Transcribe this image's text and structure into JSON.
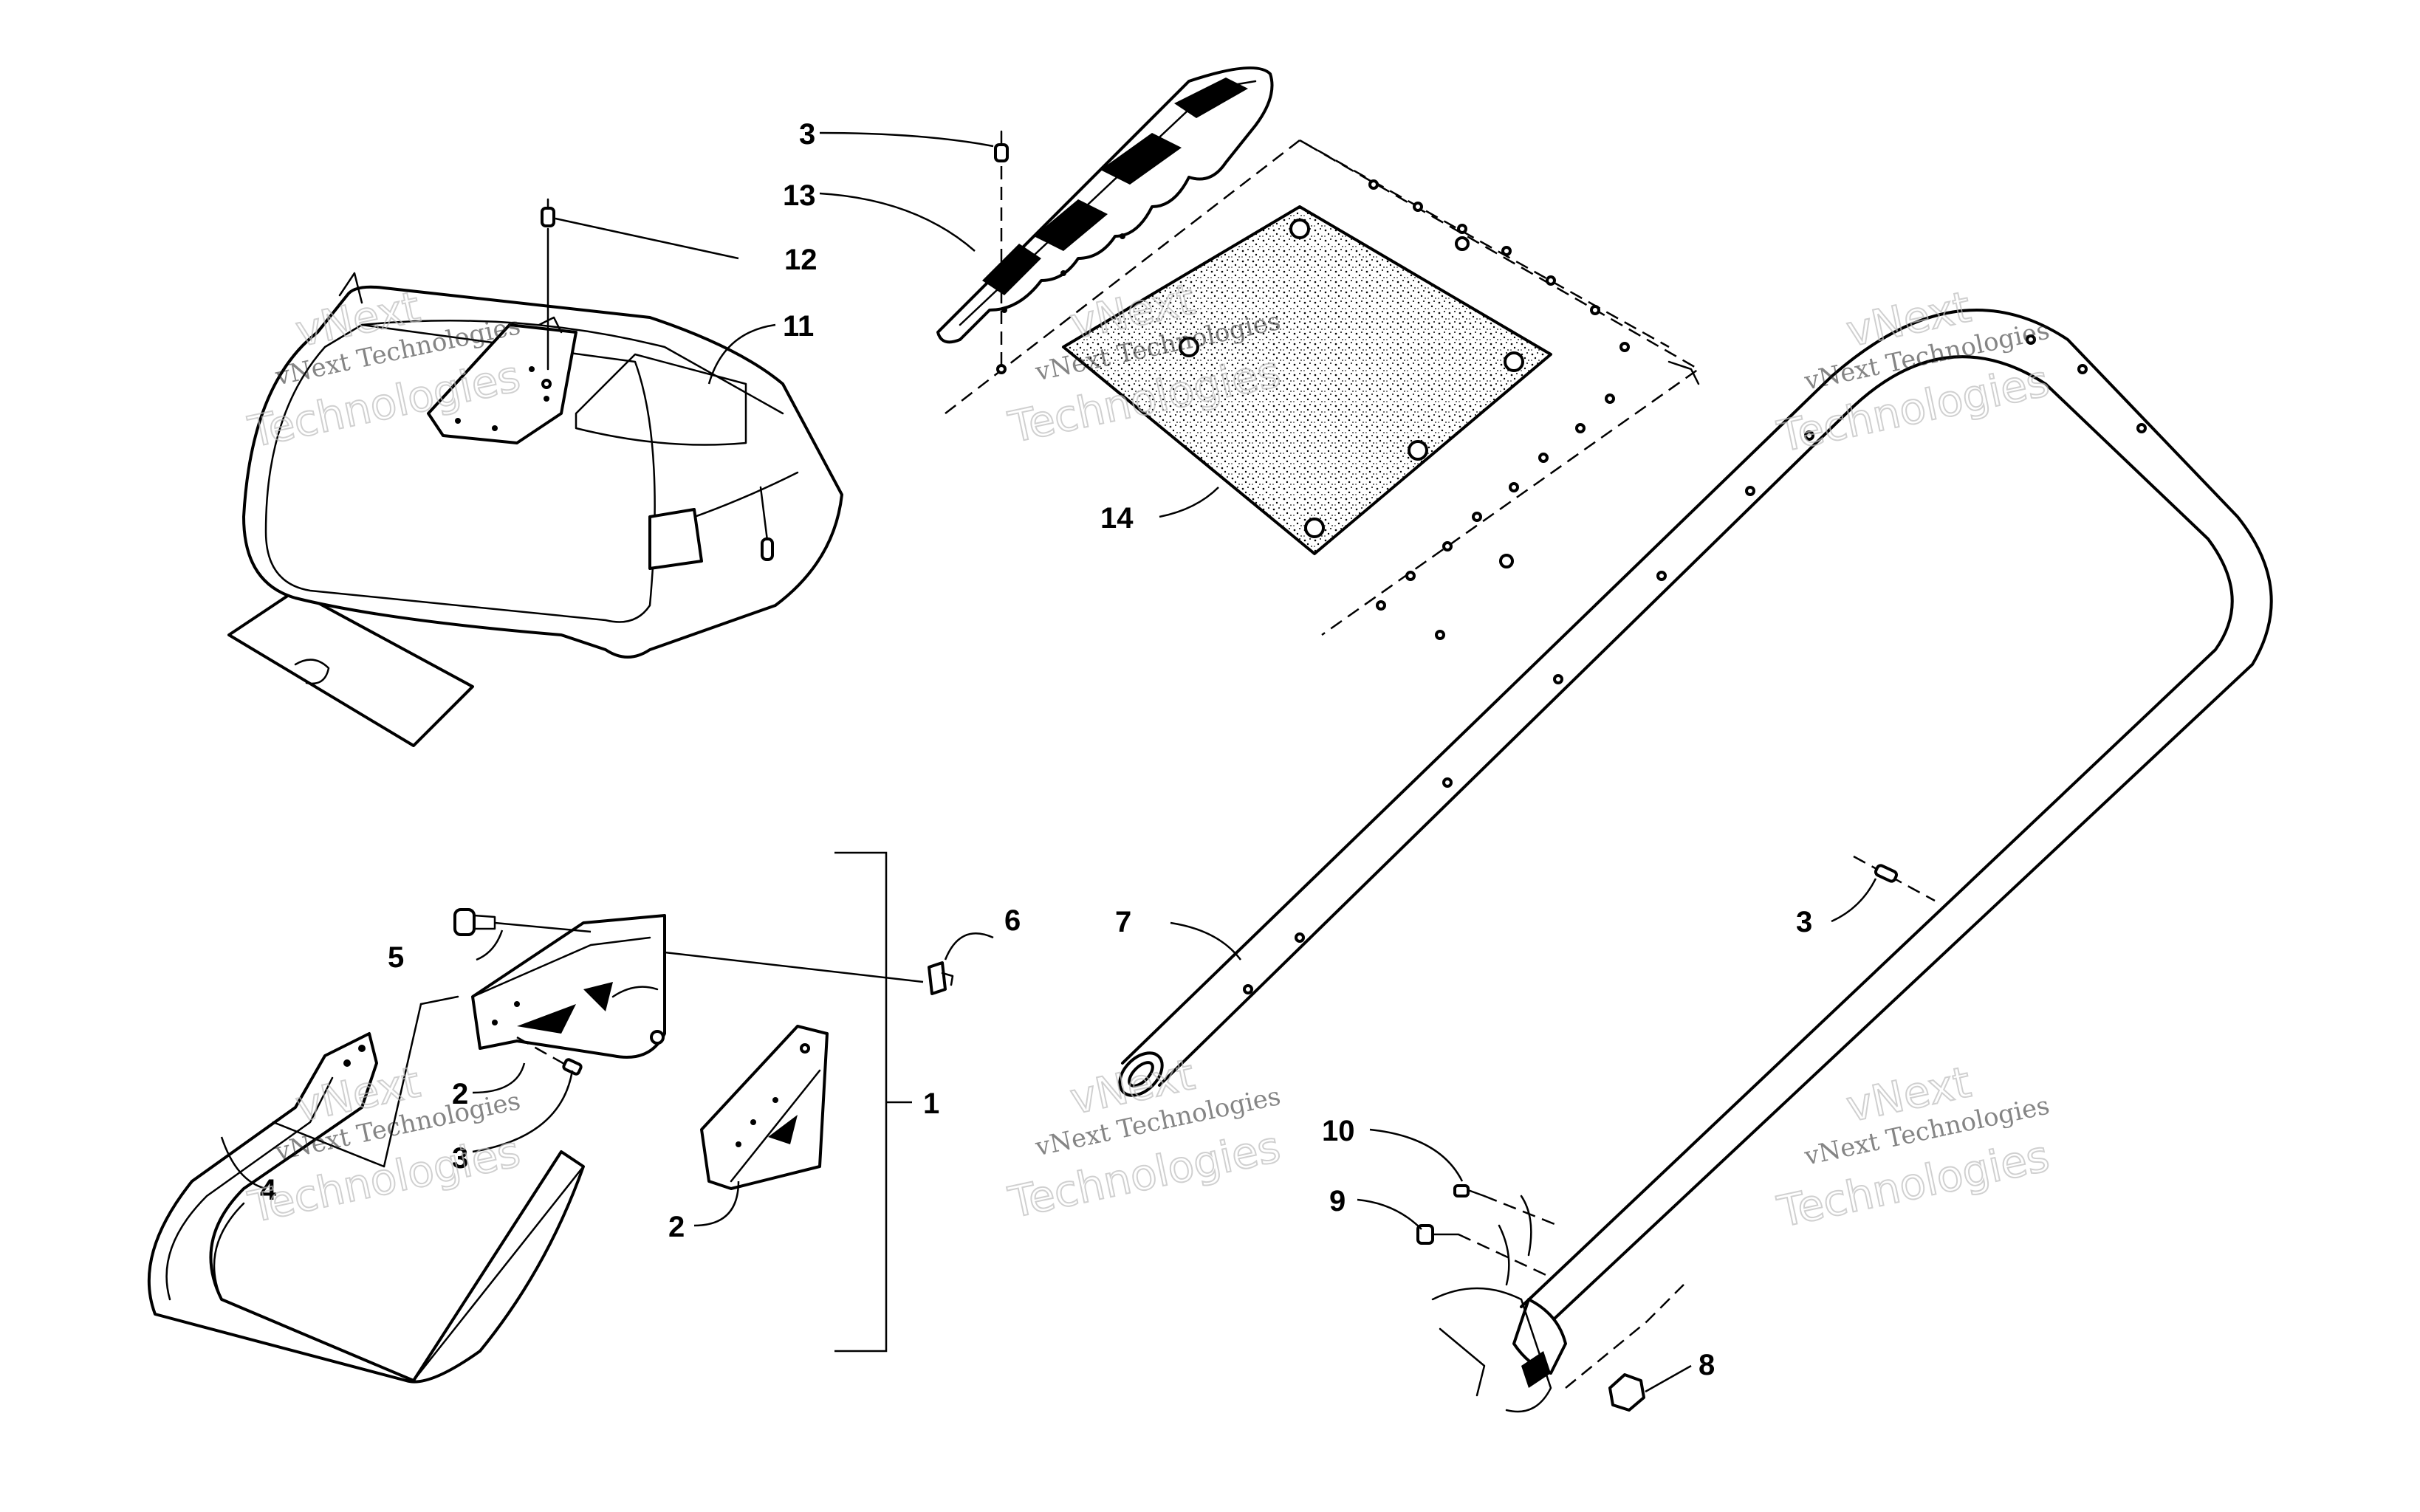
{
  "diagram": {
    "callouts": {
      "c1": "1",
      "c2a": "2",
      "c2b": "2",
      "c3a": "3",
      "c3b": "3",
      "c3c": "3",
      "c4": "4",
      "c5": "5",
      "c6": "6",
      "c7": "7",
      "c8": "8",
      "c9": "9",
      "c10": "10",
      "c11": "11",
      "c12": "12",
      "c13": "13",
      "c14": "14"
    },
    "watermark": {
      "brand": "vNext",
      "company": "vNext Technologies",
      "word": "Technologies"
    },
    "colors": {
      "line": "#000000",
      "background": "#ffffff",
      "watermark": "#bdbdbd"
    }
  }
}
